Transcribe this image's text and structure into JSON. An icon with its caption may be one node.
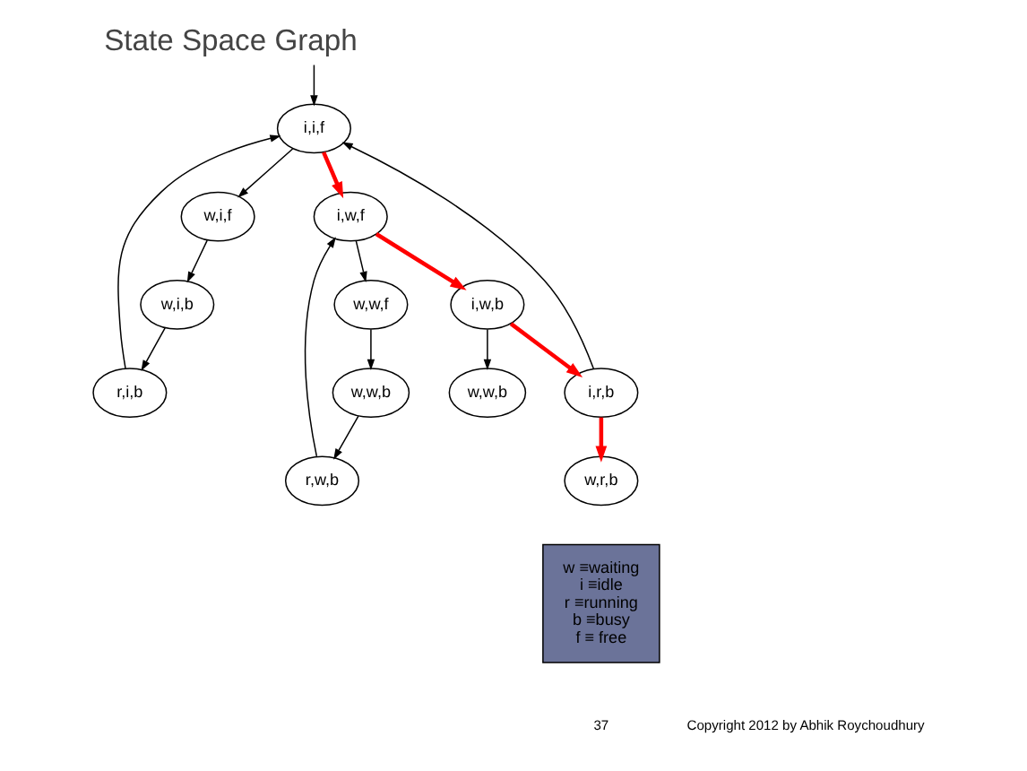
{
  "diagram": {
    "title": "State Space Graph",
    "nodes": [
      {
        "text": [
          "i,i,f"
        ]
      },
      {
        "text": [
          "w,i,f"
        ]
      },
      {
        "text": [
          "w,i,b"
        ]
      },
      {
        "text": [
          "r,i,b"
        ]
      },
      {
        "text": [
          "w,w,f"
        ]
      },
      {
        "text": [
          "w,w,b"
        ]
      },
      {
        "text": [
          "r,w,b"
        ]
      },
      {
        "text": [
          "i,w,f"
        ]
      },
      {
        "text": [
          "i,w,b"
        ]
      },
      {
        "text": [
          "w,w,b"
        ]
      },
      {
        "text": [
          "i,r,b"
        ]
      },
      {
        "text": [
          "w,r,b"
        ]
      },
      {
        "text": [
          "w ≡waiting",
          "i ≡idle",
          "r ≡running",
          "b ≡busy",
          "f ≡ free"
        ]
      }
    ],
    "edges": [
      {
        "from": null,
        "to": 0,
        "arrow": "to"
      },
      {
        "from": 0,
        "to": 1,
        "arrow": "to"
      },
      {
        "from": 1,
        "to": 2,
        "arrow": "to"
      },
      {
        "from": 2,
        "to": 3,
        "arrow": "to"
      },
      {
        "from": 3,
        "to": 0,
        "arrow": "to"
      },
      {
        "from": 0,
        "to": 7,
        "arrow": "to",
        "style": "thick",
        "color": "#ff0000"
      },
      {
        "from": 7,
        "to": 4,
        "arrow": "to"
      },
      {
        "from": 4,
        "to": 5,
        "arrow": "to"
      },
      {
        "from": 5,
        "to": 6,
        "arrow": "to"
      },
      {
        "from": 6,
        "to": 7,
        "arrow": "to"
      },
      {
        "from": 7,
        "to": 8,
        "arrow": "to",
        "style": "thick",
        "color": "#ff0000"
      },
      {
        "from": 8,
        "to": 9,
        "arrow": "to"
      },
      {
        "from": 8,
        "to": 10,
        "arrow": "to",
        "style": "thick",
        "color": "#ff0000"
      },
      {
        "from": 10,
        "to": 11,
        "arrow": "to",
        "style": "thick",
        "color": "#ff0000"
      },
      {
        "from": 10,
        "to": 0,
        "arrow": "to"
      }
    ],
    "labels": [
      "37",
      "Copyright 2012 by Abhik Roychoudhury"
    ]
  }
}
